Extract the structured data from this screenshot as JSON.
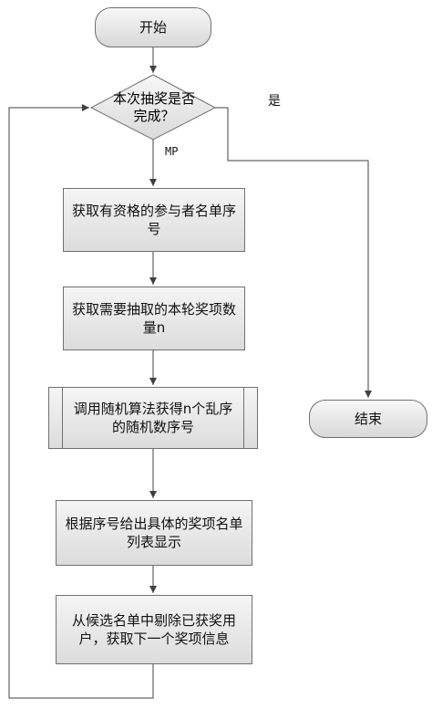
{
  "flowchart": {
    "start": "开始",
    "decision": "本次抽奖是否\n完成？",
    "yes_label": "是",
    "edge_label": "MP",
    "step1": "获取有资格的参与者名单序号",
    "step2": "获取需要抽取的本轮奖项数量n",
    "step3": "调用随机算法获得n个乱序的随机数序号",
    "step4": "根据序号给出具体的奖项名单列表显示",
    "step5": "从候选名单中剔除已获奖用户，获取下一个奖项信息",
    "end": "结束"
  },
  "colors": {
    "stroke": "#404040",
    "fill_top": "#f5f5f5",
    "fill_bottom": "#dcdcdc"
  }
}
